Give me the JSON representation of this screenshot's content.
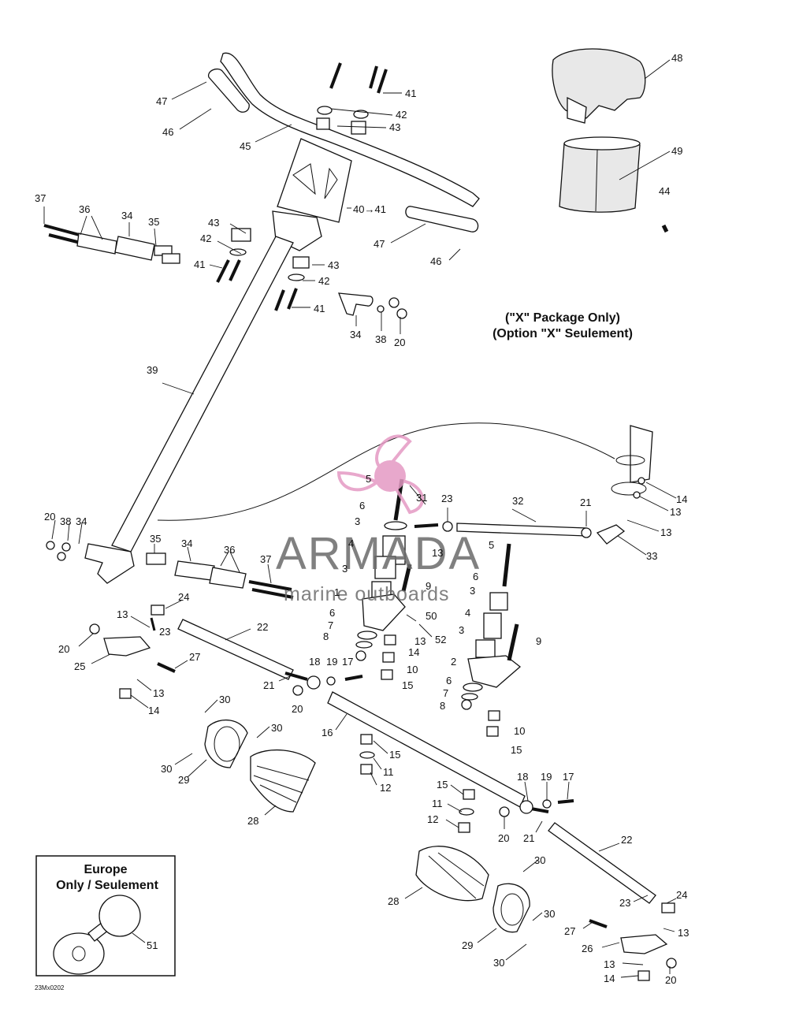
{
  "labels": {
    "l47a": "47",
    "l46a": "46",
    "l45": "45",
    "l41a": "41",
    "l42a": "42",
    "l43a": "43",
    "l48": "48",
    "l49": "49",
    "l44": "44",
    "l37a": "37",
    "l36a": "36",
    "l34a": "34",
    "l35a": "35",
    "l40": "40→41",
    "l47b": "47",
    "l46b": "46",
    "l43b": "43",
    "l42b": "42",
    "l41b": "41",
    "l43c": "43",
    "l42c": "42",
    "l41c": "41",
    "l34b": "34",
    "l38a": "38",
    "l20a": "20",
    "l39": "39",
    "l5a": "5",
    "l31": "31",
    "l23a": "23",
    "l32": "32",
    "l21a": "21",
    "l14a": "14",
    "l13a": "13",
    "l13b": "13",
    "l33": "33",
    "l6a": "6",
    "l3a": "3",
    "l4a": "4",
    "l13c": "13",
    "l3b": "3",
    "l9a": "9",
    "l1": "1",
    "l6b": "6",
    "l7a": "7",
    "l8a": "8",
    "l50": "50",
    "l52": "52",
    "l13d": "13",
    "l14b": "14",
    "l10a": "10",
    "l15a": "15",
    "l5b": "5",
    "l6c": "6",
    "l3c": "3",
    "l4b": "4",
    "l3d": "3",
    "l9b": "9",
    "l2": "2",
    "l6d": "6",
    "l7b": "7",
    "l8b": "8",
    "l10b": "10",
    "l15b": "15",
    "l20b": "20",
    "l38b": "38",
    "l34c": "34",
    "l35b": "35",
    "l34d": "34",
    "l36b": "36",
    "l37b": "37",
    "l24a": "24",
    "l13e": "13",
    "l23b": "23",
    "l22a": "22",
    "l20c": "20",
    "l25": "25",
    "l27a": "27",
    "l13f": "13",
    "l14c": "14",
    "l18a": "18",
    "l19a": "19",
    "l17a": "17",
    "l21b": "21",
    "l20d": "20",
    "l16": "16",
    "l15c": "15",
    "l11a": "11",
    "l12a": "12",
    "l30a": "30",
    "l30b": "30",
    "l30c": "30",
    "l29a": "29",
    "l28a": "28",
    "l15d": "15",
    "l11b": "11",
    "l12b": "12",
    "l18b": "18",
    "l19b": "19",
    "l17b": "17",
    "l20e": "20",
    "l21c": "21",
    "l22b": "22",
    "l30d": "30",
    "l28b": "28",
    "l30e": "30",
    "l29b": "29",
    "l30f": "30",
    "l23c": "23",
    "l24b": "24",
    "l13g": "13",
    "l27b": "27",
    "l26": "26",
    "l13h": "13",
    "l14d": "14",
    "l20f": "20",
    "l51": "51"
  },
  "package_note": {
    "line1": "(\"X\" Package Only)",
    "line2": "(Option \"X\" Seulement)"
  },
  "europe_box": {
    "line1": "Europe",
    "line2": "Only / Seulement"
  },
  "watermark": {
    "brand": "ARMADA",
    "tagline": "marine outboards"
  },
  "diagram_code": "23Mx0202",
  "colors": {
    "ink": "#111111",
    "watermark_pink": "#e59ac4",
    "watermark_gray": "#6b6b6b"
  }
}
